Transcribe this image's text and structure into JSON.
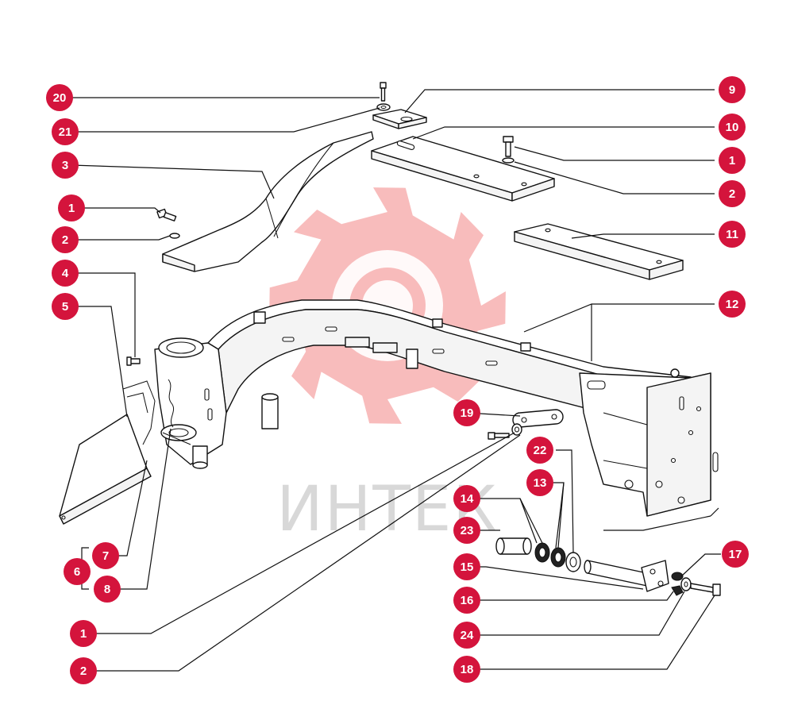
{
  "colors": {
    "badge": "#d4143c",
    "badge_text": "#ffffff",
    "watermark_gear": "#f6a5a5",
    "watermark_text": "#c8c8c8",
    "line": "#111111"
  },
  "watermark": {
    "text": "ИНТЕК",
    "icon": "gear-icon"
  },
  "callouts": [
    {
      "id": "c20",
      "label": "20"
    },
    {
      "id": "c21",
      "label": "21"
    },
    {
      "id": "c3",
      "label": "3"
    },
    {
      "id": "c1a",
      "label": "1"
    },
    {
      "id": "c2a",
      "label": "2"
    },
    {
      "id": "c4",
      "label": "4"
    },
    {
      "id": "c5",
      "label": "5"
    },
    {
      "id": "c6",
      "label": "6"
    },
    {
      "id": "c7",
      "label": "7"
    },
    {
      "id": "c8",
      "label": "8"
    },
    {
      "id": "c1b",
      "label": "1"
    },
    {
      "id": "c2b",
      "label": "2"
    },
    {
      "id": "c9",
      "label": "9"
    },
    {
      "id": "c10",
      "label": "10"
    },
    {
      "id": "c1c",
      "label": "1"
    },
    {
      "id": "c2c",
      "label": "2"
    },
    {
      "id": "c11",
      "label": "11"
    },
    {
      "id": "c12",
      "label": "12"
    },
    {
      "id": "c19",
      "label": "19"
    },
    {
      "id": "c22",
      "label": "22"
    },
    {
      "id": "c13",
      "label": "13"
    },
    {
      "id": "c14",
      "label": "14"
    },
    {
      "id": "c23",
      "label": "23"
    },
    {
      "id": "c15",
      "label": "15"
    },
    {
      "id": "c16",
      "label": "16"
    },
    {
      "id": "c17",
      "label": "17"
    },
    {
      "id": "c24",
      "label": "24"
    },
    {
      "id": "c18",
      "label": "18"
    }
  ]
}
